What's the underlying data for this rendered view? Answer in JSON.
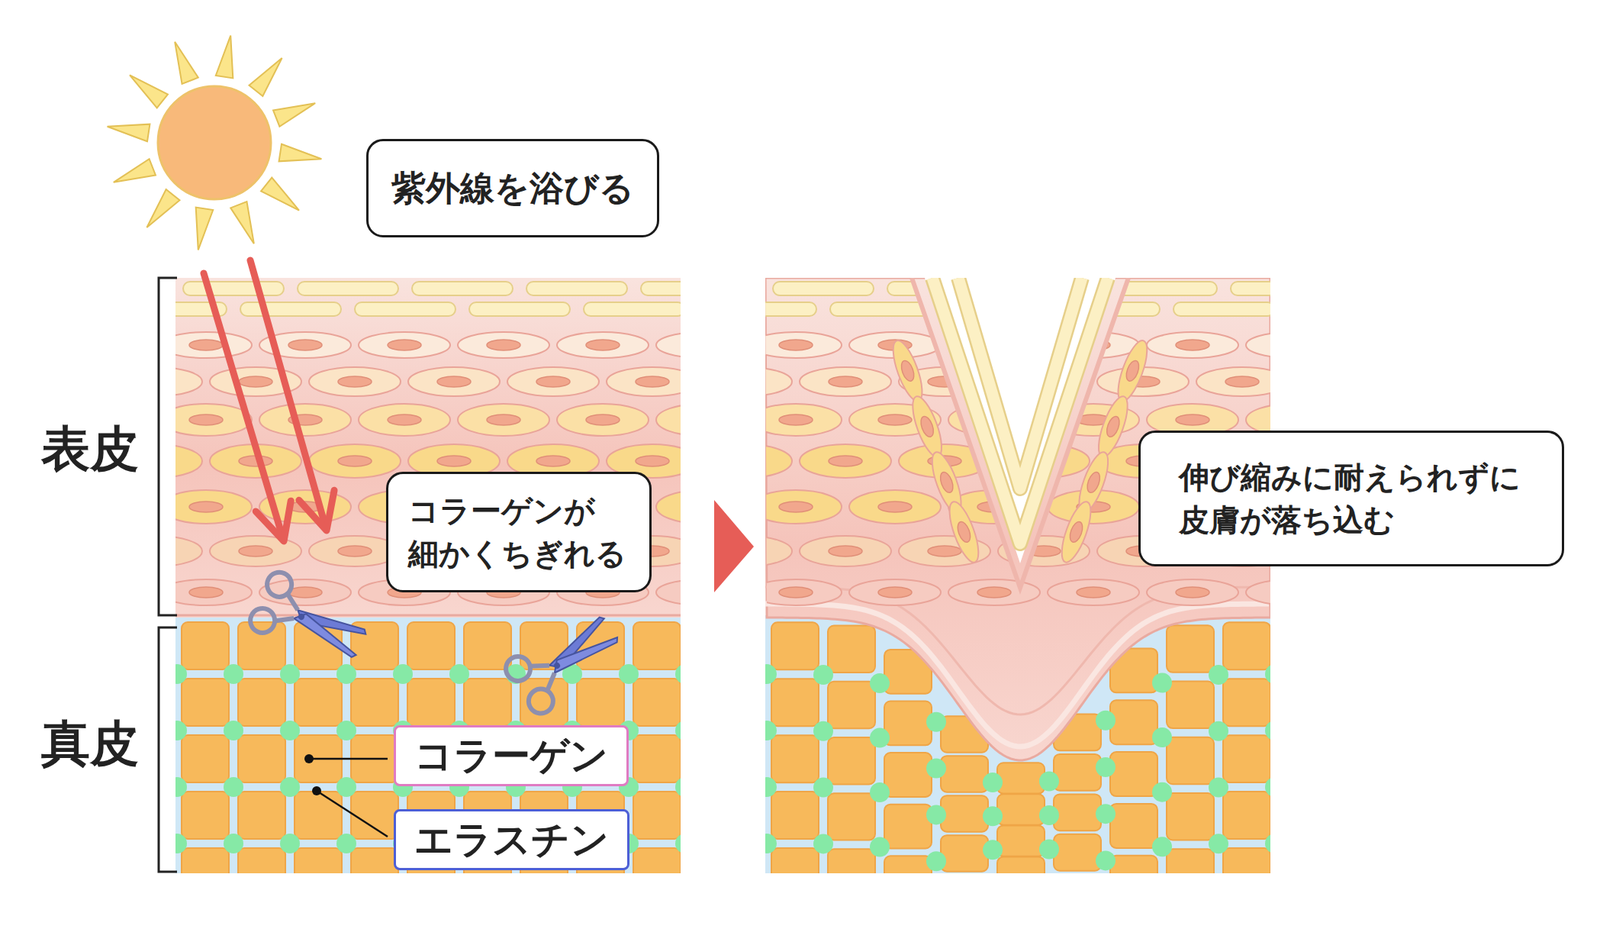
{
  "diagram": {
    "nodes": [
      {
        "text": [
          "紫外線を浴びる"
        ]
      },
      {
        "text": [
          "コラーゲンが 細かくちぎれる"
        ]
      },
      {
        "text": [
          "コラーゲン"
        ]
      },
      {
        "text": [
          "エラスチン"
        ]
      },
      {
        "text": [
          "伸び縮みに耐えられずに 皮膚が落ち込む"
        ]
      }
    ],
    "labels": [
      "表皮",
      "真皮"
    ]
  }
}
